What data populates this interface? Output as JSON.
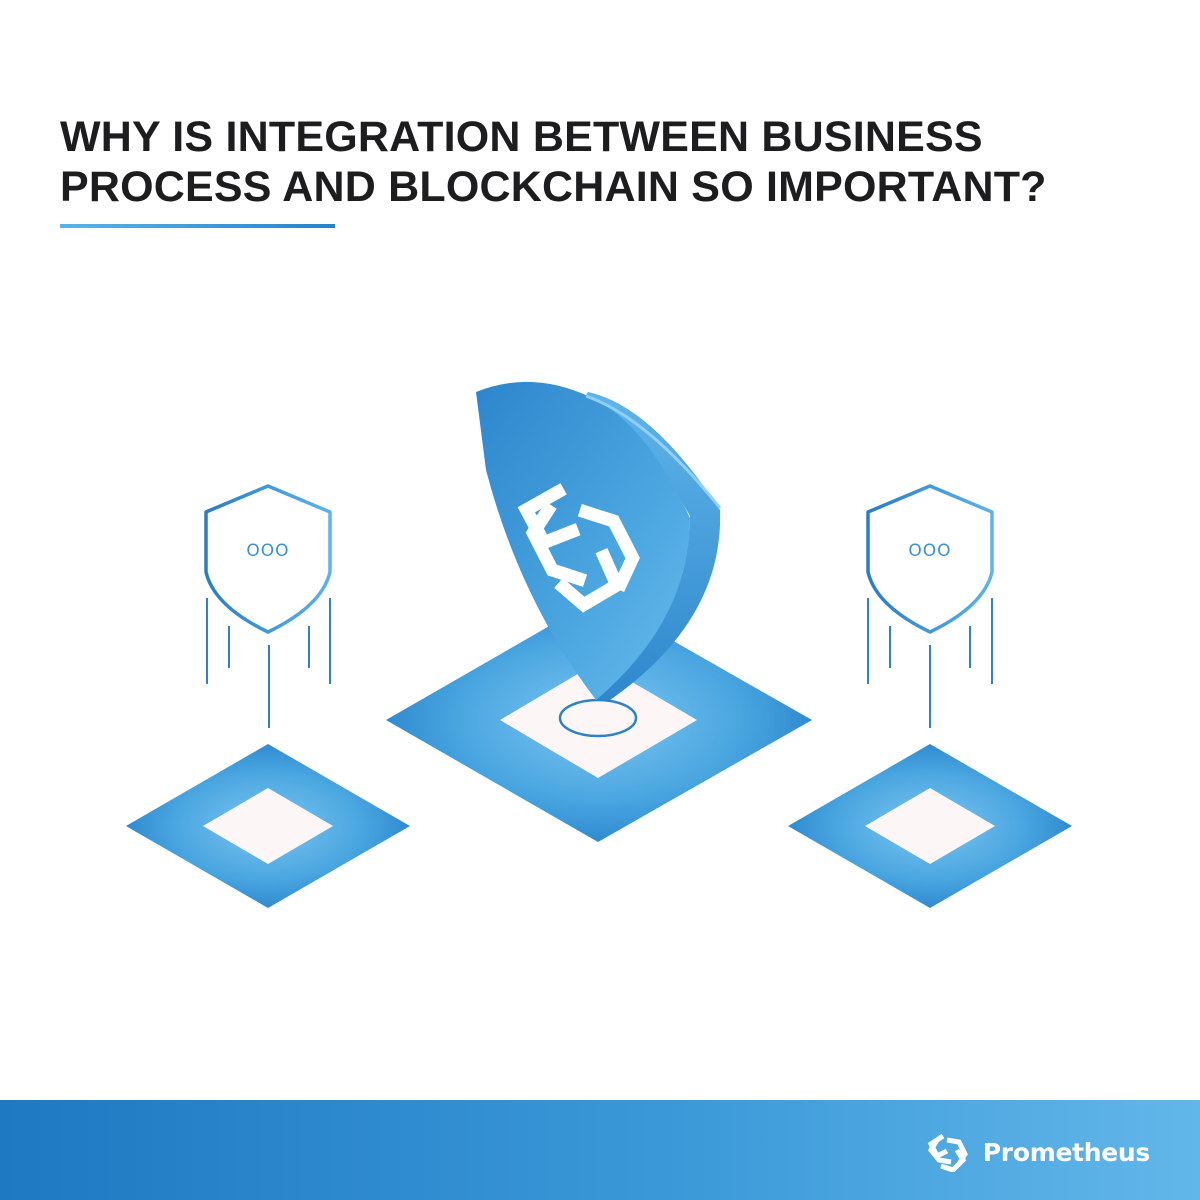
{
  "headline": {
    "line1": "WHY IS INTEGRATION BETWEEN BUSINESS",
    "line2": "PROCESS AND BLOCKCHAIN SO IMPORTANT?"
  },
  "illustration": {
    "left_shield_dots": "OOO",
    "right_shield_dots": "OOO",
    "icons": [
      "shield-icon",
      "chain-link-icon",
      "platform-tile"
    ]
  },
  "footer": {
    "brand_name": "Prometheus",
    "logo": "prometheus-logo-icon"
  },
  "colors": {
    "accent_dark": "#1f78c2",
    "accent_light": "#62b7e9",
    "text": "#1d1d1f",
    "tile_center": "#fdf6f7"
  }
}
